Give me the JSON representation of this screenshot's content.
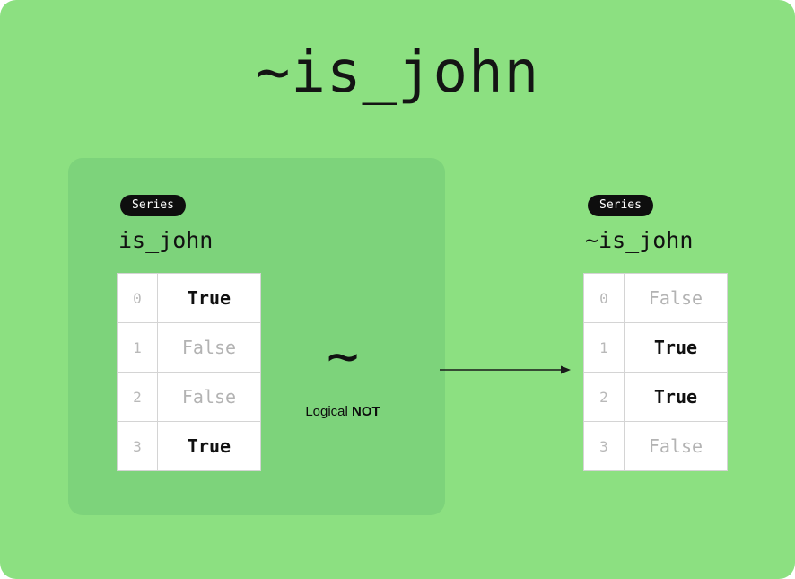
{
  "title": "~is_john",
  "left_panel": {
    "badge": "Series",
    "label": "is_john",
    "rows": [
      {
        "index": "0",
        "value": "True",
        "emphasis": true
      },
      {
        "index": "1",
        "value": "False",
        "emphasis": false
      },
      {
        "index": "2",
        "value": "False",
        "emphasis": false
      },
      {
        "index": "3",
        "value": "True",
        "emphasis": true
      }
    ]
  },
  "operator": {
    "symbol": "~",
    "caption_prefix": "Logical ",
    "caption_bold": "NOT"
  },
  "right_panel": {
    "badge": "Series",
    "label": "~is_john",
    "rows": [
      {
        "index": "0",
        "value": "False",
        "emphasis": false
      },
      {
        "index": "1",
        "value": "True",
        "emphasis": true
      },
      {
        "index": "2",
        "value": "True",
        "emphasis": true
      },
      {
        "index": "3",
        "value": "False",
        "emphasis": false
      }
    ]
  },
  "colors": {
    "background": "#8CE081",
    "panel": "#7DD37B",
    "badge_bg": "#0e0e0e",
    "badge_text": "#ffffff",
    "table_bg": "#ffffff",
    "table_border": "#d4d4d4",
    "muted_text": "#b3b3b3",
    "strong_text": "#101010",
    "arrow": "#1a1a1a"
  }
}
